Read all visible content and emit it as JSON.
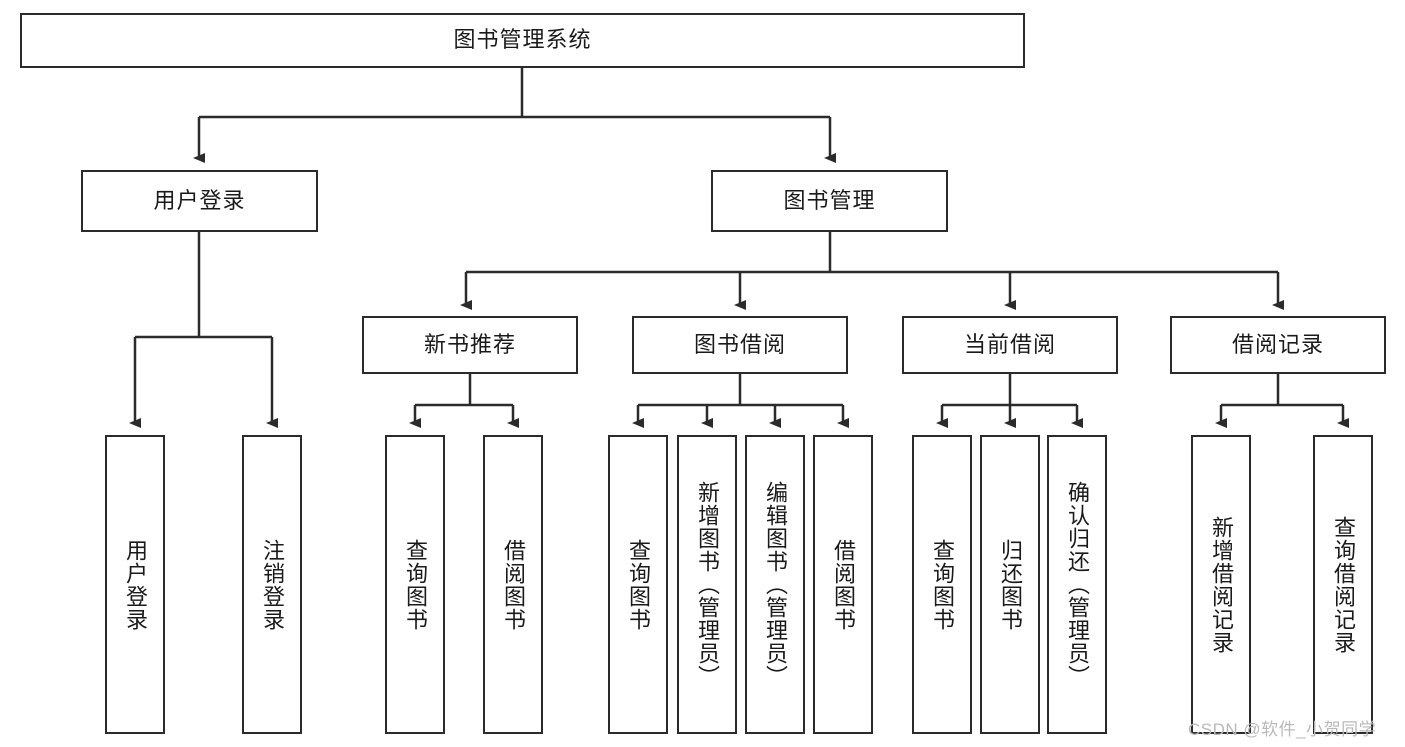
{
  "diagram": {
    "title": "图书管理系统",
    "type": "hierarchy-tree",
    "root": {
      "label": "图书管理系统"
    },
    "level1": [
      {
        "label": "用户登录"
      },
      {
        "label": "图书管理"
      }
    ],
    "level2": [
      {
        "label": "新书推荐"
      },
      {
        "label": "图书借阅"
      },
      {
        "label": "当前借阅"
      },
      {
        "label": "借阅记录"
      }
    ],
    "leaves": {
      "user_login": [
        {
          "label": "用户登录"
        },
        {
          "label": "注销登录"
        }
      ],
      "new_book_recommend": [
        {
          "label": "查询图书"
        },
        {
          "label": "借阅图书"
        }
      ],
      "book_borrow": [
        {
          "label": "查询图书"
        },
        {
          "label": "新增图书（管理员）"
        },
        {
          "label": "编辑图书（管理员）"
        },
        {
          "label": "借阅图书"
        }
      ],
      "current_borrow": [
        {
          "label": "查询图书"
        },
        {
          "label": "归还图书"
        },
        {
          "label": "确认归还（管理员）"
        }
      ],
      "borrow_record": [
        {
          "label": "新增借阅记录"
        },
        {
          "label": "查询借阅记录"
        }
      ]
    }
  },
  "watermark": {
    "text": "CSDN @软件_小贺同学"
  },
  "colors": {
    "stroke": "#2b2b2b",
    "background": "#ffffff",
    "text": "#1a1a1a",
    "watermark": "#b9b9b9"
  }
}
